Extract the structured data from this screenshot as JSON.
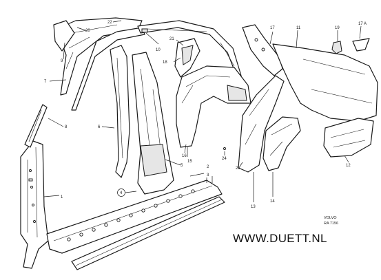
{
  "callouts": {
    "c1": "1",
    "c2": "2",
    "c3": "3",
    "c4": "4",
    "c5": "5",
    "c6": "6",
    "c7": "7",
    "c8": "8",
    "c9": "9",
    "c10": "10",
    "c11": "11",
    "c12": "12",
    "c13": "13",
    "c14": "14",
    "c15": "15",
    "c16": "16",
    "c17": "17",
    "c17a": "17 A",
    "c18": "18",
    "c19": "19",
    "c20": "20",
    "c21": "21",
    "c22": "22",
    "c23": "23",
    "c24": "24"
  },
  "stamp": {
    "brand": "VOLVO",
    "code": "RA 7156"
  },
  "watermark": "WWW.DUETT.NL"
}
